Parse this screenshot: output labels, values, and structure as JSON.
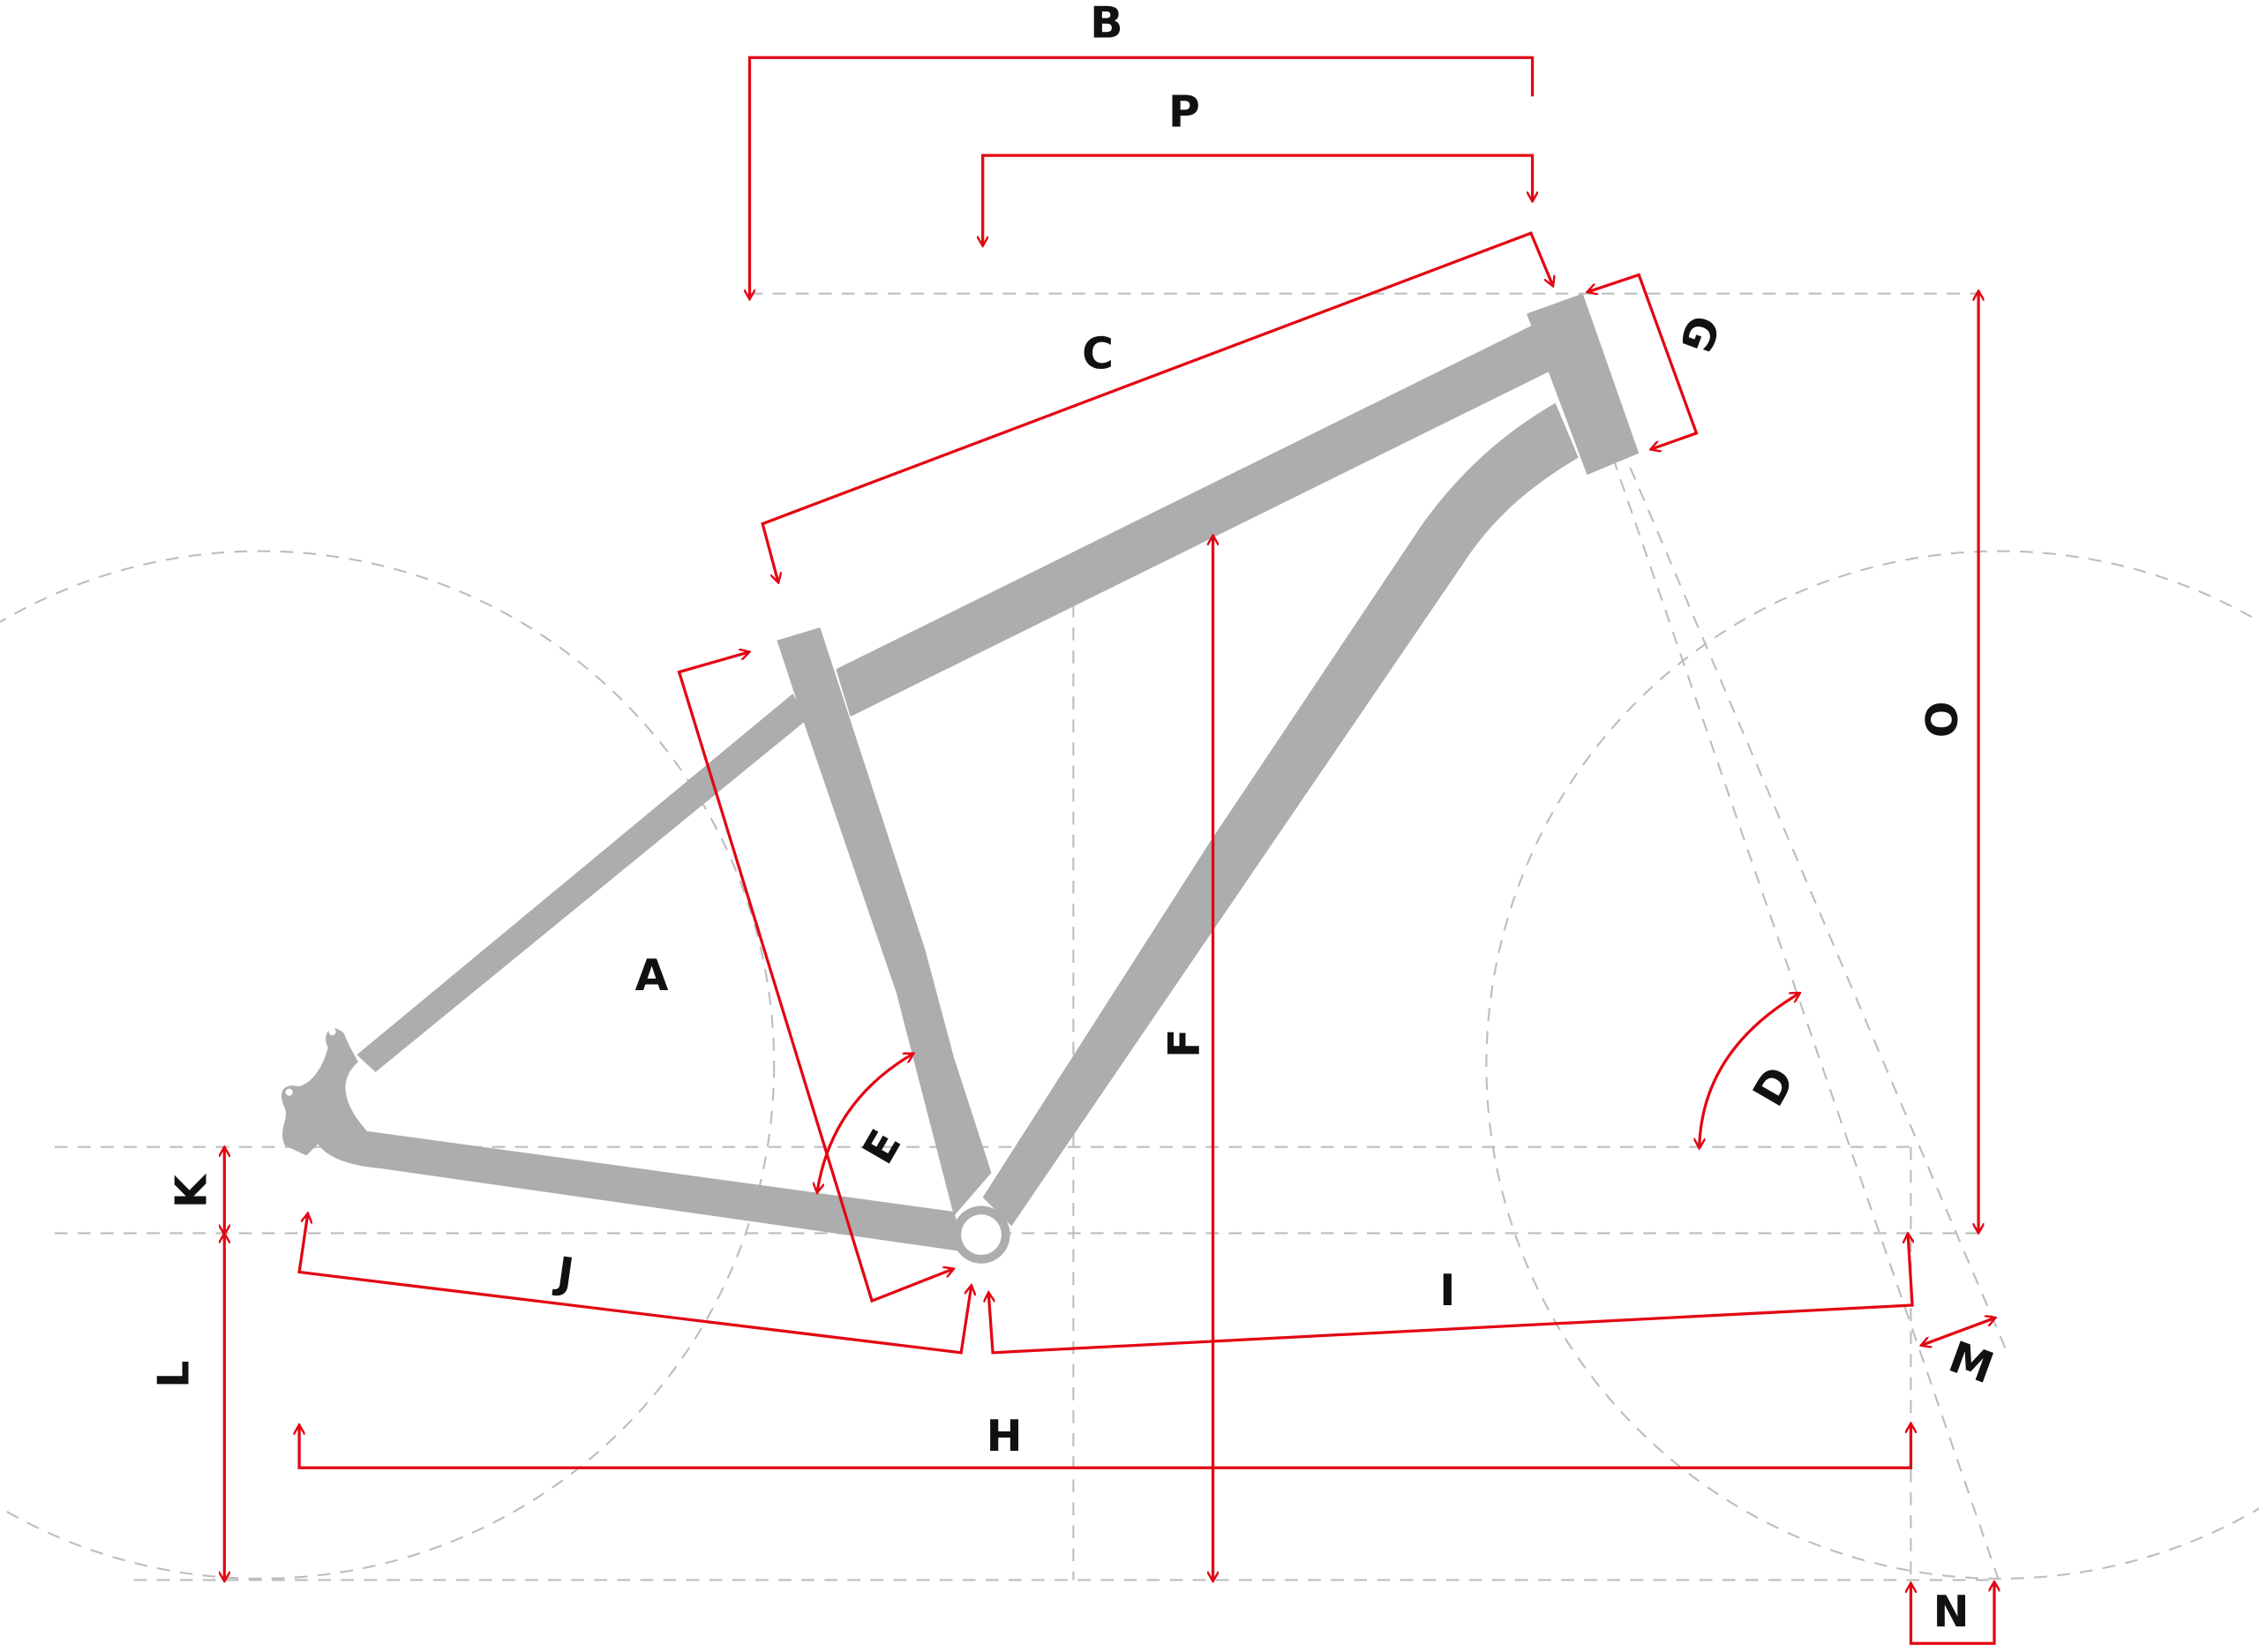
{
  "title": "Bike frame geometry diagram",
  "labels": {
    "A": "A",
    "B": "B",
    "C": "C",
    "D": "D",
    "E": "E",
    "F": "F",
    "G": "G",
    "H": "H",
    "I": "I",
    "J": "J",
    "K": "K",
    "L": "L",
    "M": "M",
    "N": "N",
    "O": "O",
    "P": "P"
  },
  "colors": {
    "dimension": "#e30613",
    "frame": "#adadad",
    "guide": "#bdbdbd"
  }
}
